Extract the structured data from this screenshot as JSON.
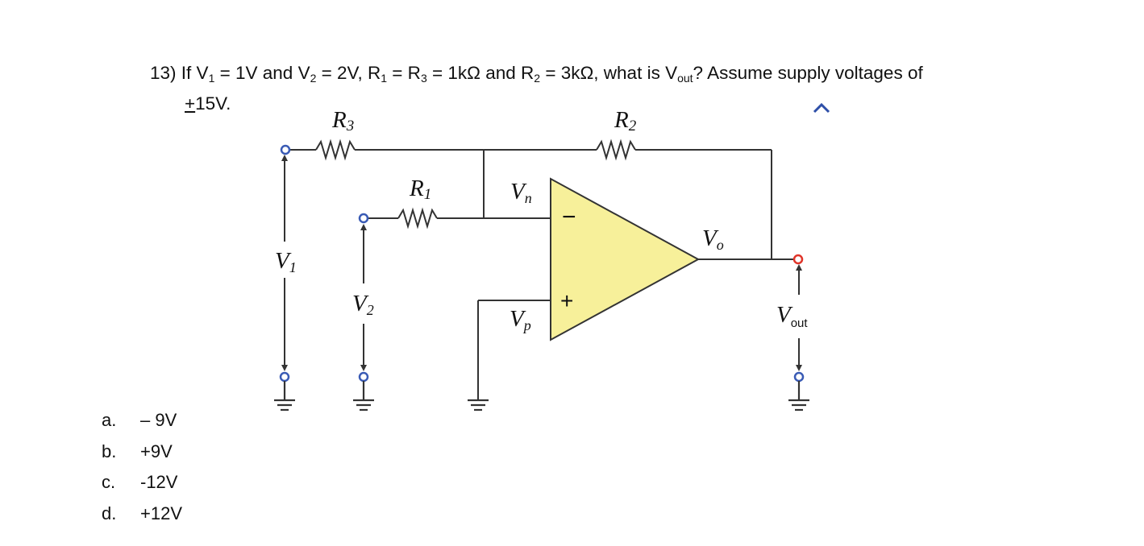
{
  "question": {
    "number": "13)",
    "p1": "If V",
    "s1": "1",
    "p2": " = 1V and V",
    "s2": "2",
    "p3": " = 2V, R",
    "s3": "1",
    "p4": " = R",
    "s4": "3",
    "p5": " = 1kΩ and R",
    "s5": "2",
    "p6": " = 3kΩ, what is V",
    "s6": "out",
    "p7": "? Assume supply voltages of",
    "pm": "+",
    "supply": "15V."
  },
  "circuit": {
    "labels": {
      "r3": {
        "main": "R",
        "sub": "3"
      },
      "r2": {
        "main": "R",
        "sub": "2"
      },
      "r1": {
        "main": "R",
        "sub": "1"
      },
      "vn": {
        "main": "V",
        "sub": "n"
      },
      "vp": {
        "main": "V",
        "sub": "p"
      },
      "vo": {
        "main": "V",
        "sub": "o"
      },
      "v1": {
        "main": "V",
        "sub": "1"
      },
      "v2": {
        "main": "V",
        "sub": "2"
      },
      "vout": {
        "main": "V",
        "sub": "out"
      },
      "minus": "−",
      "plus": "+"
    },
    "colors": {
      "wire": "#333333",
      "opamp_fill": "#f7f09a",
      "terminal": "#3a5bb5",
      "output_terminal": "#e0352a",
      "corner_mark": "#2e4fa8"
    }
  },
  "options": [
    {
      "letter": "a.",
      "text": "– 9V"
    },
    {
      "letter": "b.",
      "text": "+9V"
    },
    {
      "letter": "c.",
      "text": "-12V"
    },
    {
      "letter": "d.",
      "text": "+12V"
    }
  ]
}
